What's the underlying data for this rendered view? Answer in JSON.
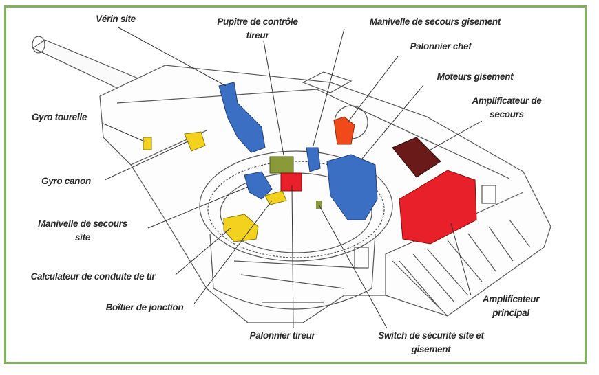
{
  "diagram": {
    "labels": {
      "verin_site": "Vérin site",
      "pupitre_l1": "Pupitre de contrôle",
      "pupitre_l2": "tireur",
      "manivelle_gisement": "Manivelle de secours gisement",
      "palonnier_chef": "Palonnier chef",
      "moteurs_gisement": "Moteurs gisement",
      "ampli_secours_l1": "Amplificateur de",
      "ampli_secours_l2": "secours",
      "gyro_tourelle": "Gyro tourelle",
      "gyro_canon": "Gyro canon",
      "manivelle_site_l1": "Manivelle de secours",
      "manivelle_site_l2": "site",
      "calculateur": "Calculateur de conduite de tir",
      "boitier": "Boîtier de jonction",
      "palonnier_tireur": "Palonnier tireur",
      "switch_l1": "Switch de sécurité site et",
      "switch_l2": "gisement",
      "ampli_principal_l1": "Amplificateur",
      "ampli_principal_l2": "principal"
    },
    "colors": {
      "frame": "#7fb35a",
      "blue": "#3a6fc4",
      "yellow": "#f2d21c",
      "red": "#e8202a",
      "darkred": "#6b1a1a",
      "olive": "#8a9a3a",
      "orange": "#f04a1a"
    }
  }
}
